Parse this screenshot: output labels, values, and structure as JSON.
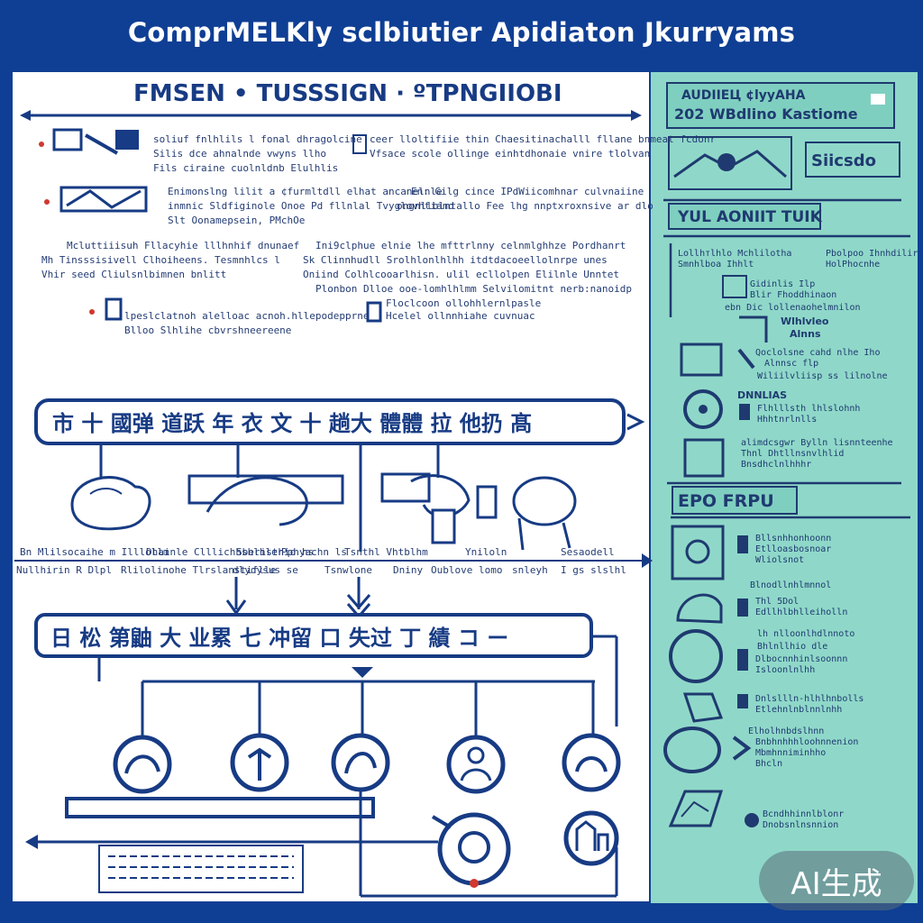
{
  "title": "ComprMELKly sclbiutier Apidiaton Jkurryams",
  "left_heading": "FMSEN • TUSSSIGN · ºTPNGIIOBI",
  "left_text": {
    "block1_a": "soliuf fnlhlils l fonal dhragolcine",
    "block1_b": "Silis dce ahnalnde vwyns llho",
    "block1_c": "Fils ciraine cuolnldnb Elulhlis",
    "block1_d": "ceer lloltifiie thin Chaesitinachalll fllane bnmeat fcdonr",
    "block1_e": "Vfsace scole ollinge einhtdhonaie vnire tlolvan",
    "block2_a": "Enimonslng lilit a ¢furmltdll elhat ancanelnle",
    "block2_b": "inmnic Sldfiginole Onoe Pd fllnlal Tvyglovhtiand",
    "block2_c": "Slt Oonamepsein, PMchOe",
    "block2_d": "En: Gilg cince IPdWiicomhnar culvnaiine",
    "block2_e": "ongnllblntallo Fee lhg nnptxroxnsive ar dlo",
    "block3_a": "Mcluttiiisuh",
    "block3_b": "Fllacyhie lllhnhif dnunaef",
    "block3_c": "Ini9clphue elnie lhe mfttrlnny celnmlghhze Pordhanrt",
    "block3_d": "Mh Tinsssisivell Clhoiheens. Tesmnhlcs l",
    "block3_e": "Sk Clinnhudll Srolhlonlhlhh itdtdacoeellolnrpe unes",
    "block3_f": "Vhir seed Cliulsnlbimnen bnlitt",
    "block3_g": "Oniind Colhlcooarlhisn. ulil ecllolpen Elilnle Unntet",
    "block3_h": "Plonbon Dlloe ooe-lomhlhlmm Selvilomitnt nerb:nanoidp",
    "block4_a": "lpeslclatnoh alelloac acnoh.hllepodepprne",
    "block4_b": "Blloo Slhlihe cbvrshneereene",
    "block4_c": "Floclcoon ollohhlernlpasle",
    "block4_d": "Hcelel ollnnhiahe cuvnuac"
  },
  "flow_box_1": "市 十 國弹 道跃 年 衣 文 十 趟大 體體 拉 他扔 髙",
  "flow_labels_row1": [
    "Bn Mlilsocaihe m Illlollm",
    "Dhainle Clllichhsblhler",
    "Sberisthio hs",
    "Pphyachn ls",
    "Tsnthl Vhtblhm",
    "Yniloln",
    "Sesaodell"
  ],
  "flow_labels_row2": [
    "Nullhirin R Dlpl",
    "Rlilolinohe Tlrslanstiflle",
    "dlydysus se",
    "Tsnwlone",
    "Dniny",
    "Oublove lomo",
    "snleyh",
    "I gs slslhl"
  ],
  "flow_box_2": "日 松 第鼬 大 业累 七 冲留 口 失过 丁 績 コ ー",
  "right_header": {
    "line1": "AUDIIЕЦ ¢lyyAHA",
    "line2": "202 WBdlino Kastiome"
  },
  "right_badge": "Siicsdo",
  "right_section1_title": "YUL AONIIT TUIK",
  "right_section1_items": [
    "Lollhтlhlo Mchlilotha",
    "Pbolpoo Ihnhdilir iins",
    "Smnhlboa Ihhlt",
    "HolPhocnhe",
    "Gidinlis Ilp",
    "Blir Fhoddhinaon",
    "ebn Dic lollenaohelmnilon",
    "Wlhlvleo",
    "Alnns",
    "Qoclolsne cahd nlhe Iho",
    "Alnnsc flp",
    "Wiliilvliisp ss lilnolne",
    "DNNLIAS",
    "Flhlllsth lhlslohnh",
    "Hhhtnrlnlls",
    "alimdcsgwr Bylln lisnnteenhe",
    "Thnl Dhtllnsnvlhlid",
    "Bnsdhclnlhhhr"
  ],
  "right_section2_title": "EPO FRPU",
  "right_section2_items": [
    "Bllsnhhonhoonn",
    "Etlloasbosnoar",
    "Wliolsnot",
    "Blnodllnhlmnnol",
    "Thl 5Dol",
    "Edllhlbhlleiholln",
    "lh nlloonlhdlnnoto",
    "Bhlnllhio dle",
    "Dlbocnnhinlsoonnn",
    "Isloonlnlhh",
    "Dnlsllln-hlhlhnbolls",
    "Etlehnlnblnnlnhh",
    "Elholhnbdslhnn",
    "Bnbhnhhhloohnnenion",
    "Mbmhnniminhho",
    "Bhcln",
    "Bcndhhinnlblonr",
    "Dnobsnlnsnnion"
  ],
  "watermark": "AI生成",
  "colors": {
    "frame_blue": "#0f3f94",
    "ink_blue": "#173b84",
    "right_panel": "#8fd8c9",
    "accent_red": "#d0392f"
  }
}
